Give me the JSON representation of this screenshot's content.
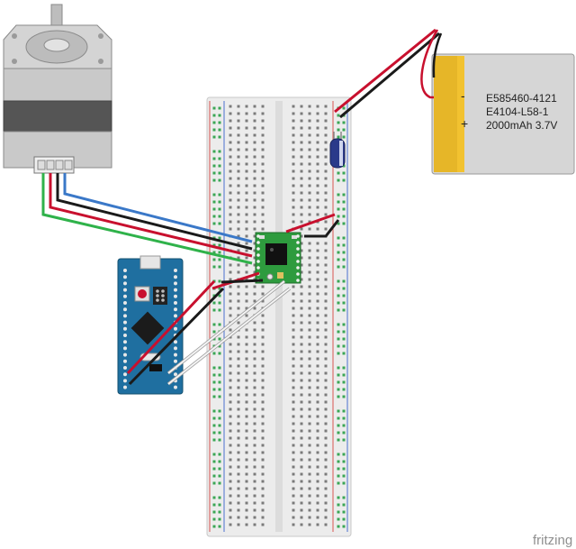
{
  "battery": {
    "line1": "E585460-4121",
    "line2": "E4104-L58-1",
    "line3": "2000mAh 3.7V",
    "minus_sign": "-",
    "plus_sign": "+"
  },
  "watermark": "fritzing",
  "colors": {
    "wire_red": "#c8102e",
    "wire_black": "#1a1a1a",
    "wire_blue": "#3a78c8",
    "wire_green": "#2fb24a",
    "wire_white": "#e8e8e8",
    "board_blue": "#1f6fa0",
    "driver_green": "#2e9b3e",
    "battery_gray": "#d6d6d6",
    "battery_yellow": "#f2c230",
    "breadboard": "#ececec",
    "rail_red": "#d9534f",
    "rail_blue": "#4a6fd1"
  },
  "icons": {
    "motor": "stepper-motor-icon",
    "driver": "stepper-driver-icon",
    "mcu": "microcontroller-board-icon",
    "capacitor": "capacitor-icon",
    "battery": "battery-icon"
  }
}
